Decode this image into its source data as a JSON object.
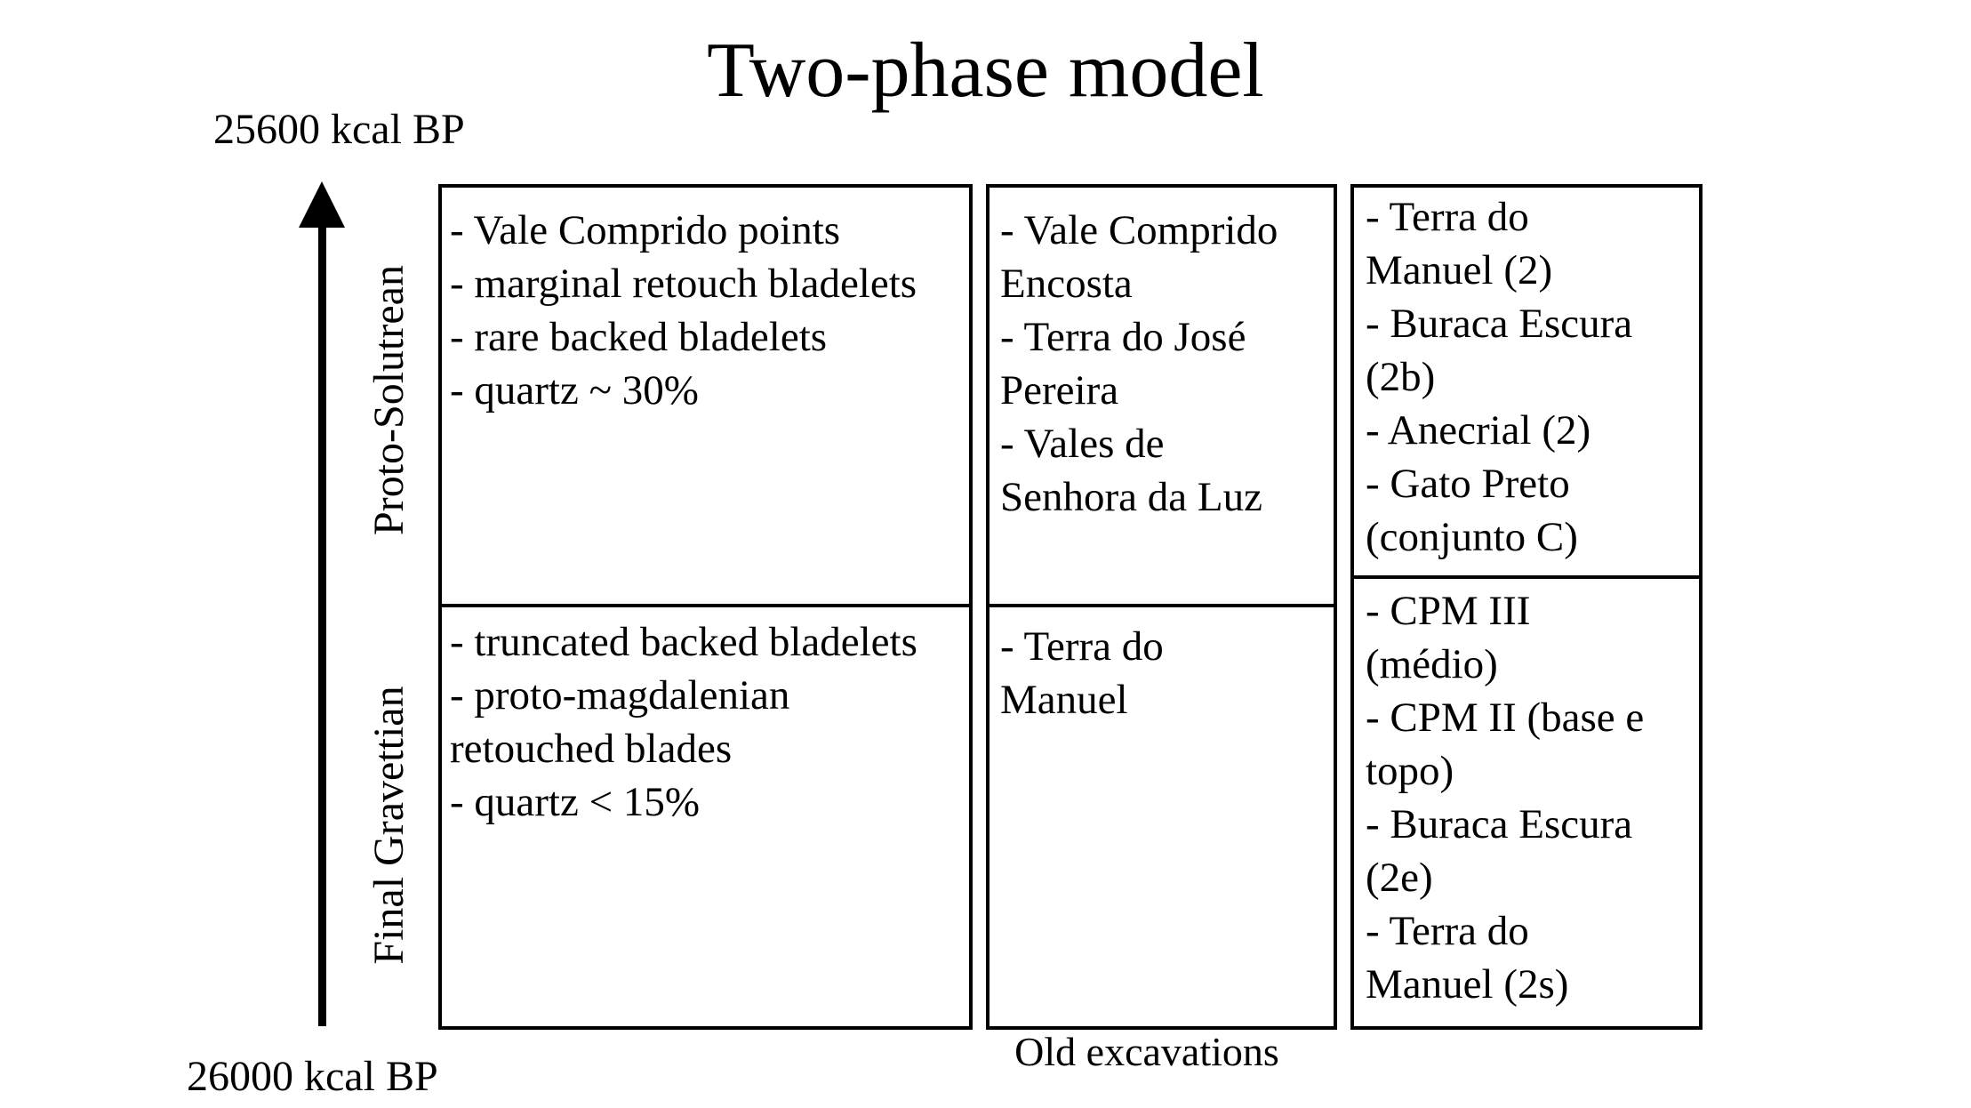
{
  "title": "Two-phase model",
  "time_axis": {
    "top_label": "25600 kcal BP",
    "bottom_label": "26000 kcal BP"
  },
  "phases": {
    "upper": "Proto-Solutrean",
    "lower": "Final Gravettian"
  },
  "columns": {
    "features": {
      "upper_lines": [
        "- Vale Comprido points",
        "- marginal retouch bladelets",
        "- rare backed bladelets",
        "- quartz ~ 30%"
      ],
      "lower_lines": [
        "- truncated backed bladelets",
        "- proto-magdalenian",
        "retouched blades",
        "- quartz < 15%"
      ]
    },
    "sites_a": {
      "upper_lines": [
        "- Vale Comprido",
        "Encosta",
        "- Terra do José",
        "Pereira",
        "- Vales de",
        "Senhora da Luz"
      ],
      "lower_lines": [
        "- Terra do",
        "Manuel"
      ]
    },
    "sites_b": {
      "upper_lines": [
        "- Terra do",
        "Manuel (2)",
        "- Buraca Escura",
        "(2b)",
        "- Anecrial (2)",
        "- Gato Preto",
        "(conjunto C)"
      ],
      "lower_lines": [
        "- CPM III",
        "(médio)",
        "- CPM II (base  e",
        "topo)",
        "- Buraca Escura",
        "(2e)",
        "- Terra do",
        "Manuel (2s)"
      ]
    }
  },
  "footer": {
    "old_excavations": "Old excavations"
  }
}
